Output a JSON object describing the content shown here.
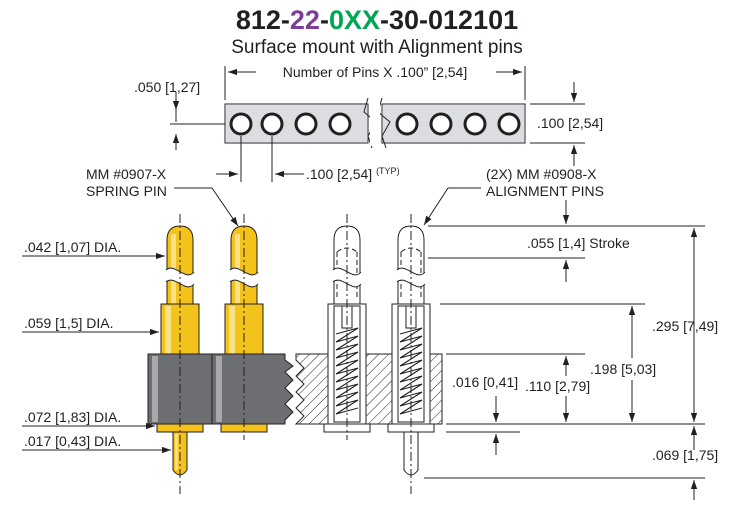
{
  "part_number": {
    "p1": "812-",
    "p2": "22",
    "p3": "-",
    "p4": "0XX",
    "p5": "-30-012101",
    "colors": {
      "series": "#231f20",
      "pins_code": "#7b3f98",
      "count_code": "#00a651"
    }
  },
  "subtitle": "Surface mount with Alignment pins",
  "top_view": {
    "pitch_label": "Number of Pins X .100” [2,54]",
    "edge_dim": ".050 [1,27]",
    "height_dim": ".100 [2,54]",
    "spacing_dim": ".100 [2,54]",
    "spacing_note": "(TYP)"
  },
  "callouts": {
    "spring_pin_line1": "MM #0907-X",
    "spring_pin_line2": "SPRING PIN",
    "alignment_line1": "(2X) MM #0908-X",
    "alignment_line2": "ALIGNMENT PINS"
  },
  "left_dims": {
    "tip_dia": ".042 [1,07] DIA.",
    "barrel_dia": ".059 [1,5] DIA.",
    "flange_dia": ".072 [1,83] DIA.",
    "tail_dia": ".017 [0,43] DIA."
  },
  "right_dims": {
    "stroke": ".055 [1,4] Stroke",
    "overall": ".295 [7,49]",
    "above_body": ".198 [5,03]",
    "flange": ".016 [0,41]",
    "body": ".110 [2,79]",
    "tail": ".069 [1,75]"
  }
}
